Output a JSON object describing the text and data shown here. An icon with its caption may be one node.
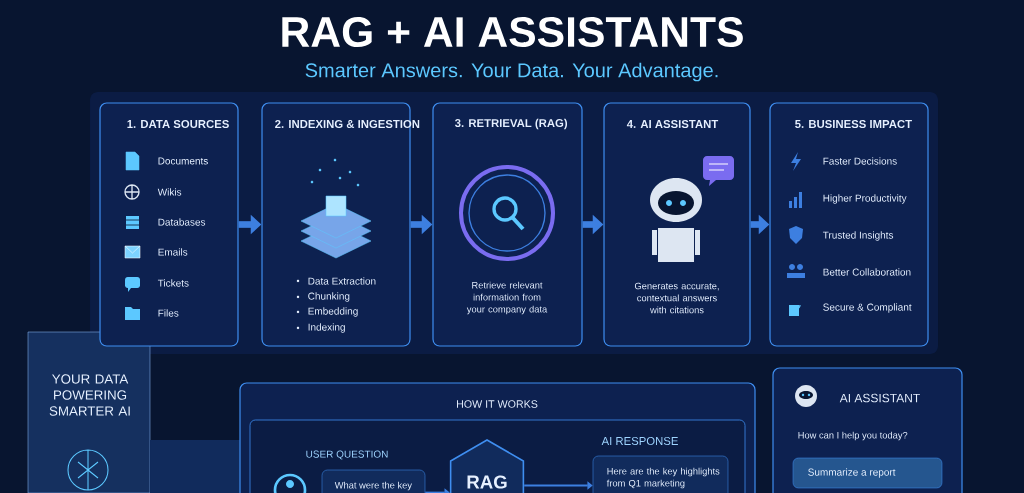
{
  "diagram": {
    "title": "RAG + AI ASSISTANTS",
    "nodes": [
      {
        "text": [
          "1. DATA SOURCES",
          "Documents",
          "Wikis",
          "Databases",
          "Emails",
          "Tickets",
          "Files"
        ]
      },
      {
        "text": [
          "2. INDEXING & INGESTION",
          "Data Extraction",
          "Chunking",
          "Embedding",
          "Indexing"
        ]
      },
      {
        "text": [
          "3. RETRIEVAL (RAG)",
          "Retrieve relevant information from your company data"
        ]
      },
      {
        "text": [
          "4. AI ASSISTANT",
          "Generates accurate, contextual answers with citations"
        ]
      },
      {
        "text": [
          "5. BUSINESS IMPACT",
          "Faster Decisions",
          "Higher Productivity",
          "Trusted Insights",
          "Better Collaboration",
          "Secure & Compliant"
        ]
      },
      {
        "text": [
          "HOW IT WORKS"
        ]
      },
      {
        "text": [],
        "shape": "box",
        "in": 5
      },
      {
        "text": [
          "USER QUESTION",
          "What were the key"
        ],
        "in": 6
      },
      {
        "text": [
          "RAG"
        ],
        "in": 6
      },
      {
        "text": [
          "AI RESPONSE",
          "Here are the key highlights from Q1 marketing"
        ],
        "in": 6
      },
      {
        "text": [
          "AI ASSISTANT",
          "How can I help you today?"
        ]
      },
      {
        "text": [
          "Summarize a report"
        ],
        "in": 10
      }
    ],
    "edges": [
      {
        "from": 0,
        "to": 1,
        "arrow": "to"
      },
      {
        "from": 1,
        "to": 2,
        "arrow": "to"
      },
      {
        "from": 2,
        "to": 3,
        "arrow": "to"
      },
      {
        "from": 3,
        "to": 4,
        "arrow": "to"
      },
      {
        "from": 7,
        "to": 8,
        "arrow": "to"
      },
      {
        "from": 8,
        "to": 9,
        "arrow": "to"
      }
    ],
    "labels": [
      "Smarter Answers. Your Data. Your Advantage.",
      "YOUR DATA POWERING SMARTER AI"
    ]
  }
}
